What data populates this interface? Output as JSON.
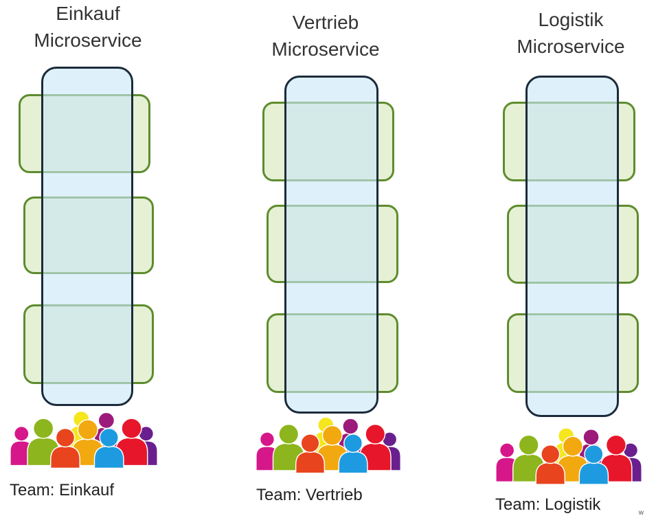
{
  "services": [
    {
      "title_line1": "Einkauf",
      "title_line2": "Microservice",
      "team": "Team: Einkauf"
    },
    {
      "title_line1": "Vertrieb",
      "title_line2": "Microservice",
      "team": "Team: Vertrieb"
    },
    {
      "title_line1": "Logistik",
      "title_line2": "Microservice",
      "team": "Team: Logistik"
    }
  ],
  "icons": {
    "team": "team-people-icon"
  },
  "colors": {
    "layer_fill": "#e5f0d4",
    "layer_border": "#5e8c2e",
    "pillar_fill": "#c9e6f5",
    "pillar_border": "#1c2b3b",
    "people": [
      "#d6178a",
      "#8db51d",
      "#f5e61e",
      "#9c1a7a",
      "#e8451e",
      "#f2a80f",
      "#1e9be0",
      "#e8162b",
      "#6a1f8e"
    ]
  },
  "corner_mark": "w"
}
